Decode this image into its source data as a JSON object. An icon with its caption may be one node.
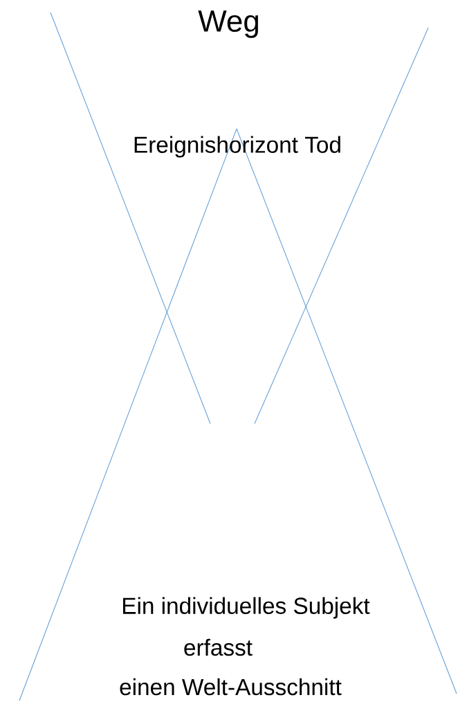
{
  "diagram": {
    "title": "Weg",
    "labels": [
      "Ereignishorizont Tod",
      "Ein individuelles Subjekt",
      "erfasst",
      "einen Welt-Ausschnitt"
    ]
  }
}
